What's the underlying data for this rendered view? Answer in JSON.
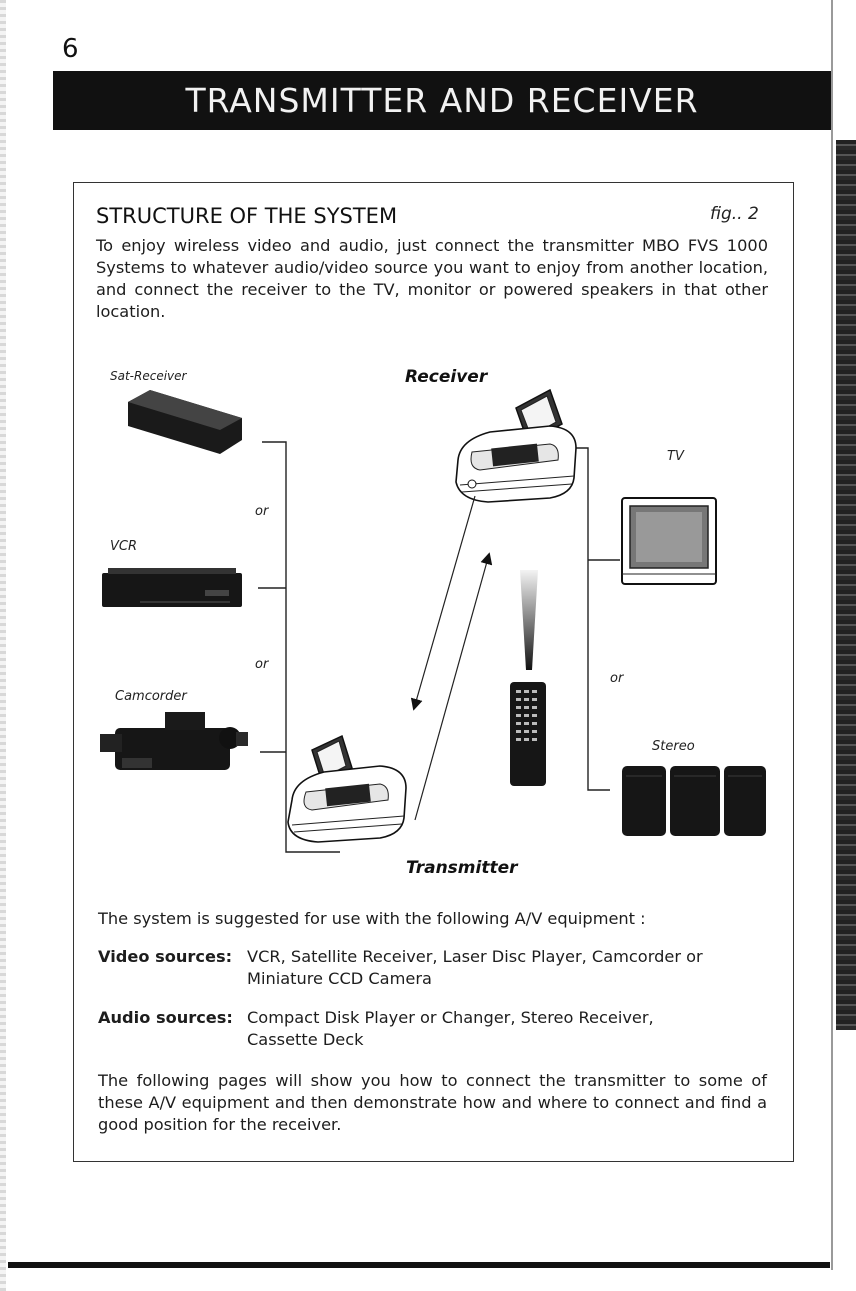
{
  "page": {
    "number": "6",
    "title": "TRANSMITTER AND RECEIVER"
  },
  "section": {
    "title": "STRUCTURE OF THE SYSTEM",
    "figure_ref": "fig.. 2",
    "intro": "To enjoy wireless video and audio, just connect the transmitter MBO FVS 1000 Systems to whatever audio/video source you want to enjoy from another location, and connect the receiver to the TV, monitor or powered speakers in that other location."
  },
  "diagram": {
    "sat_receiver": "Sat-Receiver",
    "vcr": "VCR",
    "camcorder": "Camcorder",
    "receiver": "Receiver",
    "transmitter": "Transmitter",
    "tv": "TV",
    "stereo": "Stereo",
    "or_label": "or",
    "icons": [
      "sat-receiver-icon",
      "vcr-icon",
      "camcorder-icon",
      "receiver-unit-icon",
      "transmitter-unit-icon",
      "tv-icon",
      "stereo-icon",
      "remote-control-icon"
    ]
  },
  "equipment": {
    "intro": "The system is suggested for use with the following A/V equipment :",
    "video_label": "Video sources:",
    "video_value": "VCR, Satellite Receiver, Laser Disc Player, Camcorder or Miniature CCD Camera",
    "audio_label": "Audio sources:",
    "audio_value": "Compact Disk Player or Changer, Stereo Receiver, Cassette Deck"
  },
  "closing": "The following pages will show you how to connect the transmitter to some of these A/V equipment and then demonstrate how and where to connect and find a good position for the receiver.",
  "colors": {
    "title_bar": "#111111",
    "title_text": "#f2f2f2",
    "ink": "#1a1a1a"
  }
}
